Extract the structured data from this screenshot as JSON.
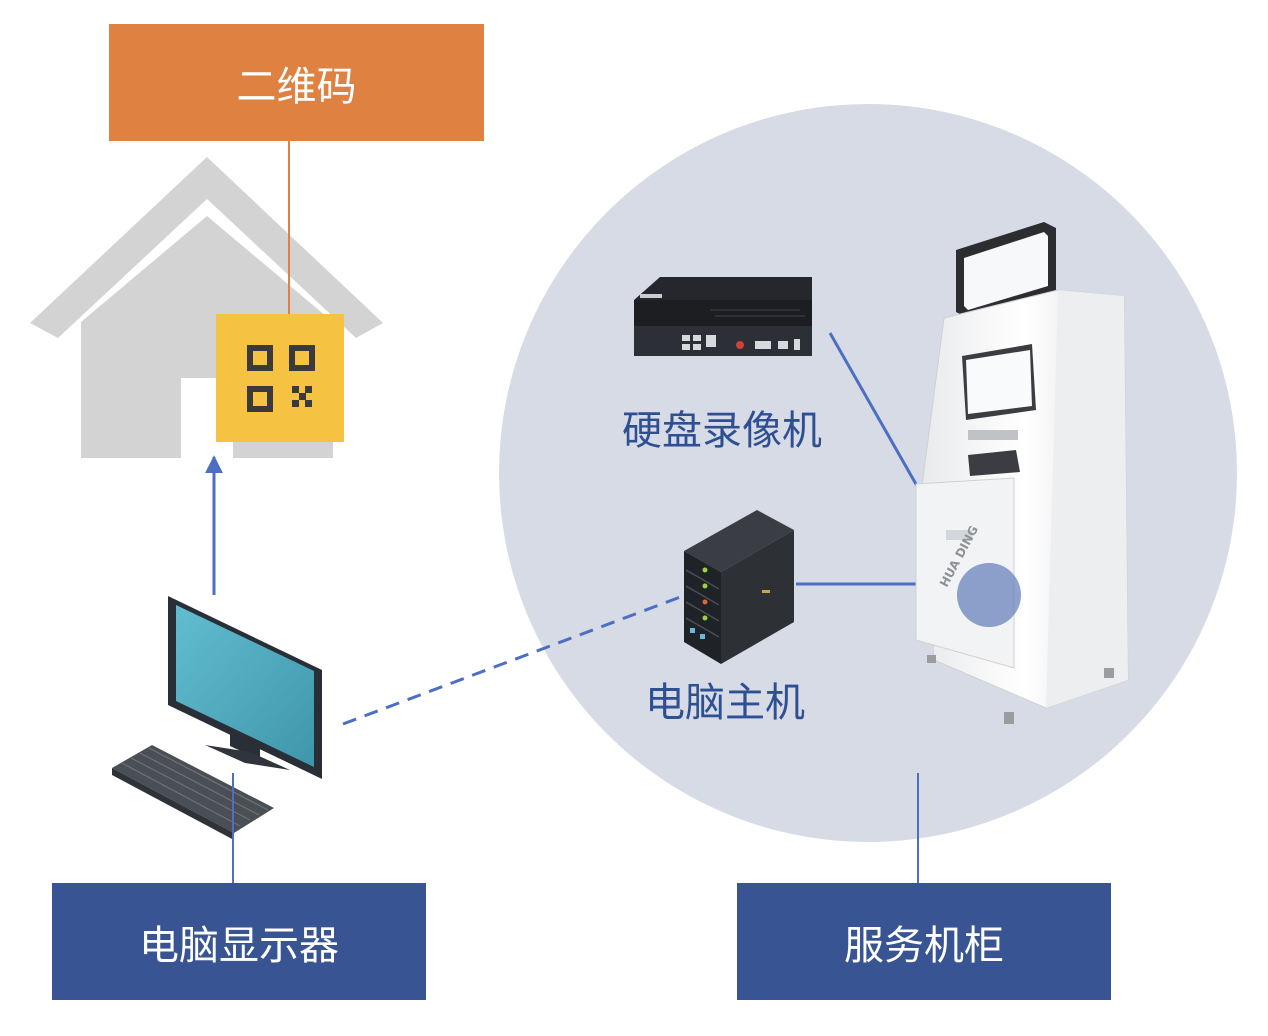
{
  "labels": {
    "qr_code": "二维码",
    "monitor": "电脑显示器",
    "cabinet": "服务机柜",
    "nvr": "硬盘录像机",
    "pc_host": "电脑主机"
  },
  "kiosk_brand": "HUA DING",
  "colors": {
    "orange": "#df8141",
    "navy": "#385492",
    "circle": "#d6dbe5",
    "arrow": "#4d6fc2",
    "qr_yellow": "#f5c242",
    "house_gray": "#d3d3d3"
  },
  "icons": [
    "house-icon",
    "qr-code-icon",
    "monitor-icon",
    "keyboard-icon",
    "nvr-icon",
    "server-icon",
    "kiosk-icon"
  ]
}
